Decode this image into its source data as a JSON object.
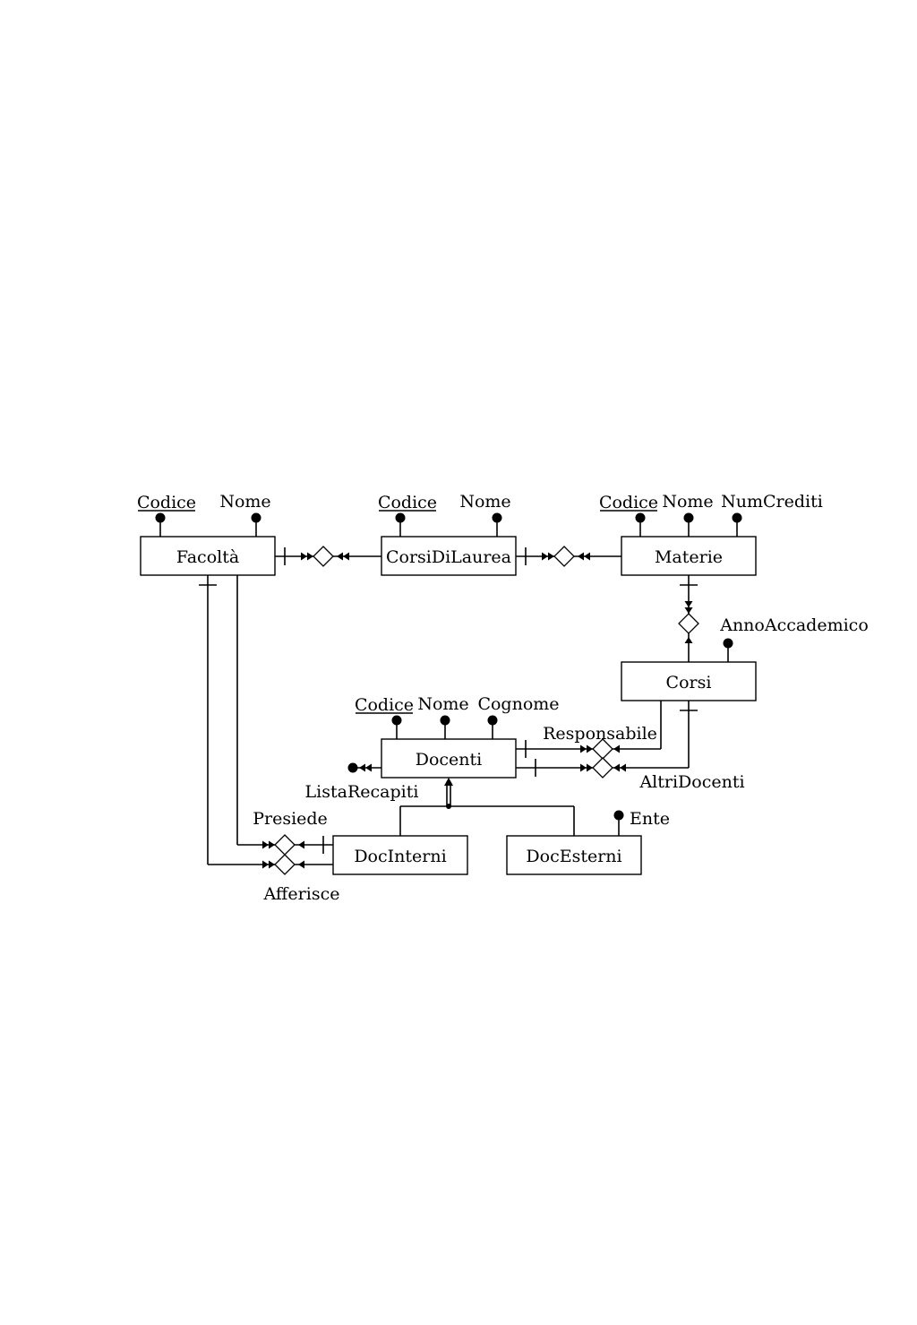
{
  "entities": {
    "facolta": "Facoltà",
    "corsi_di_laurea": "CorsiDiLaurea",
    "materie": "Materie",
    "corsi": "Corsi",
    "docenti": "Docenti",
    "doc_interni": "DocInterni",
    "doc_esterni": "DocEsterni"
  },
  "attributes": {
    "facolta_codice": "Codice",
    "facolta_nome": "Nome",
    "cdl_codice": "Codice",
    "cdl_nome": "Nome",
    "materie_codice": "Codice",
    "materie_nome": "Nome",
    "materie_num_crediti": "NumCrediti",
    "corsi_anno_accademico": "AnnoAccademico",
    "docenti_codice": "Codice",
    "docenti_nome": "Nome",
    "docenti_cognome": "Cognome",
    "docenti_lista_recapiti": "ListaRecapiti",
    "doc_esterni_ente": "Ente"
  },
  "relationships": {
    "responsabile": "Responsabile",
    "altri_docenti": "AltriDocenti",
    "presiede": "Presiede",
    "afferisce": "Afferisce"
  }
}
